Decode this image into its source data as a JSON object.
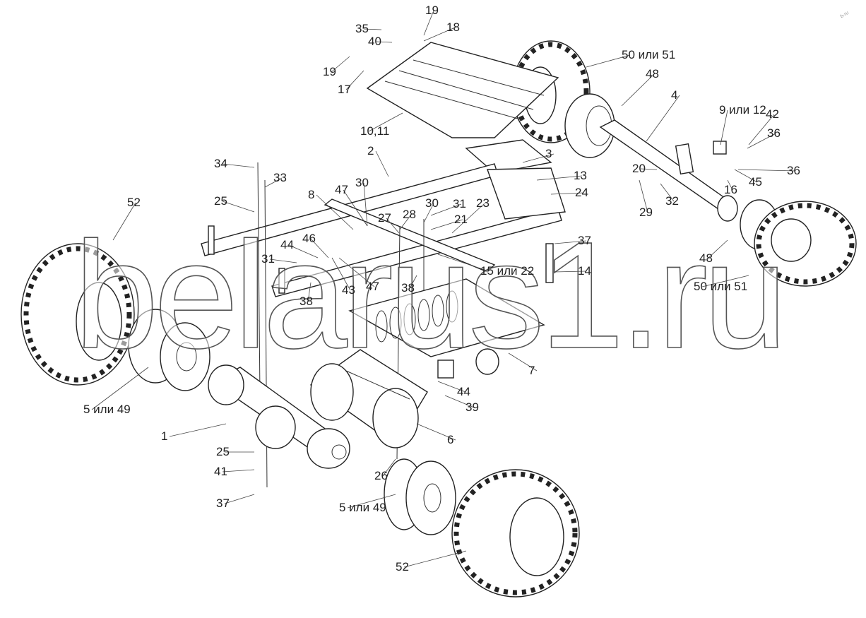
{
  "diagram": {
    "title": "Exploded view: chassis, axles, wheels, platform, augers",
    "watermark": "belarus1.ru",
    "corner_mark": "b-ru",
    "callouts": [
      "19",
      "35",
      "40",
      "18",
      "19",
      "17",
      "50 или 51",
      "48",
      "4",
      "9 или 12",
      "42",
      "36",
      "10,11",
      "2",
      "3",
      "20",
      "36",
      "13",
      "24",
      "34",
      "33",
      "47",
      "30",
      "8",
      "25",
      "52",
      "23",
      "16",
      "45",
      "29",
      "32",
      "27",
      "28",
      "30",
      "31",
      "21",
      "46",
      "44",
      "31",
      "37",
      "48",
      "15 или 22",
      "14",
      "43",
      "47",
      "38",
      "38",
      "50 или 51",
      "7",
      "44",
      "39",
      "5 или 49",
      "1",
      "6",
      "25",
      "41",
      "26",
      "37",
      "5 или 49",
      "52"
    ]
  }
}
